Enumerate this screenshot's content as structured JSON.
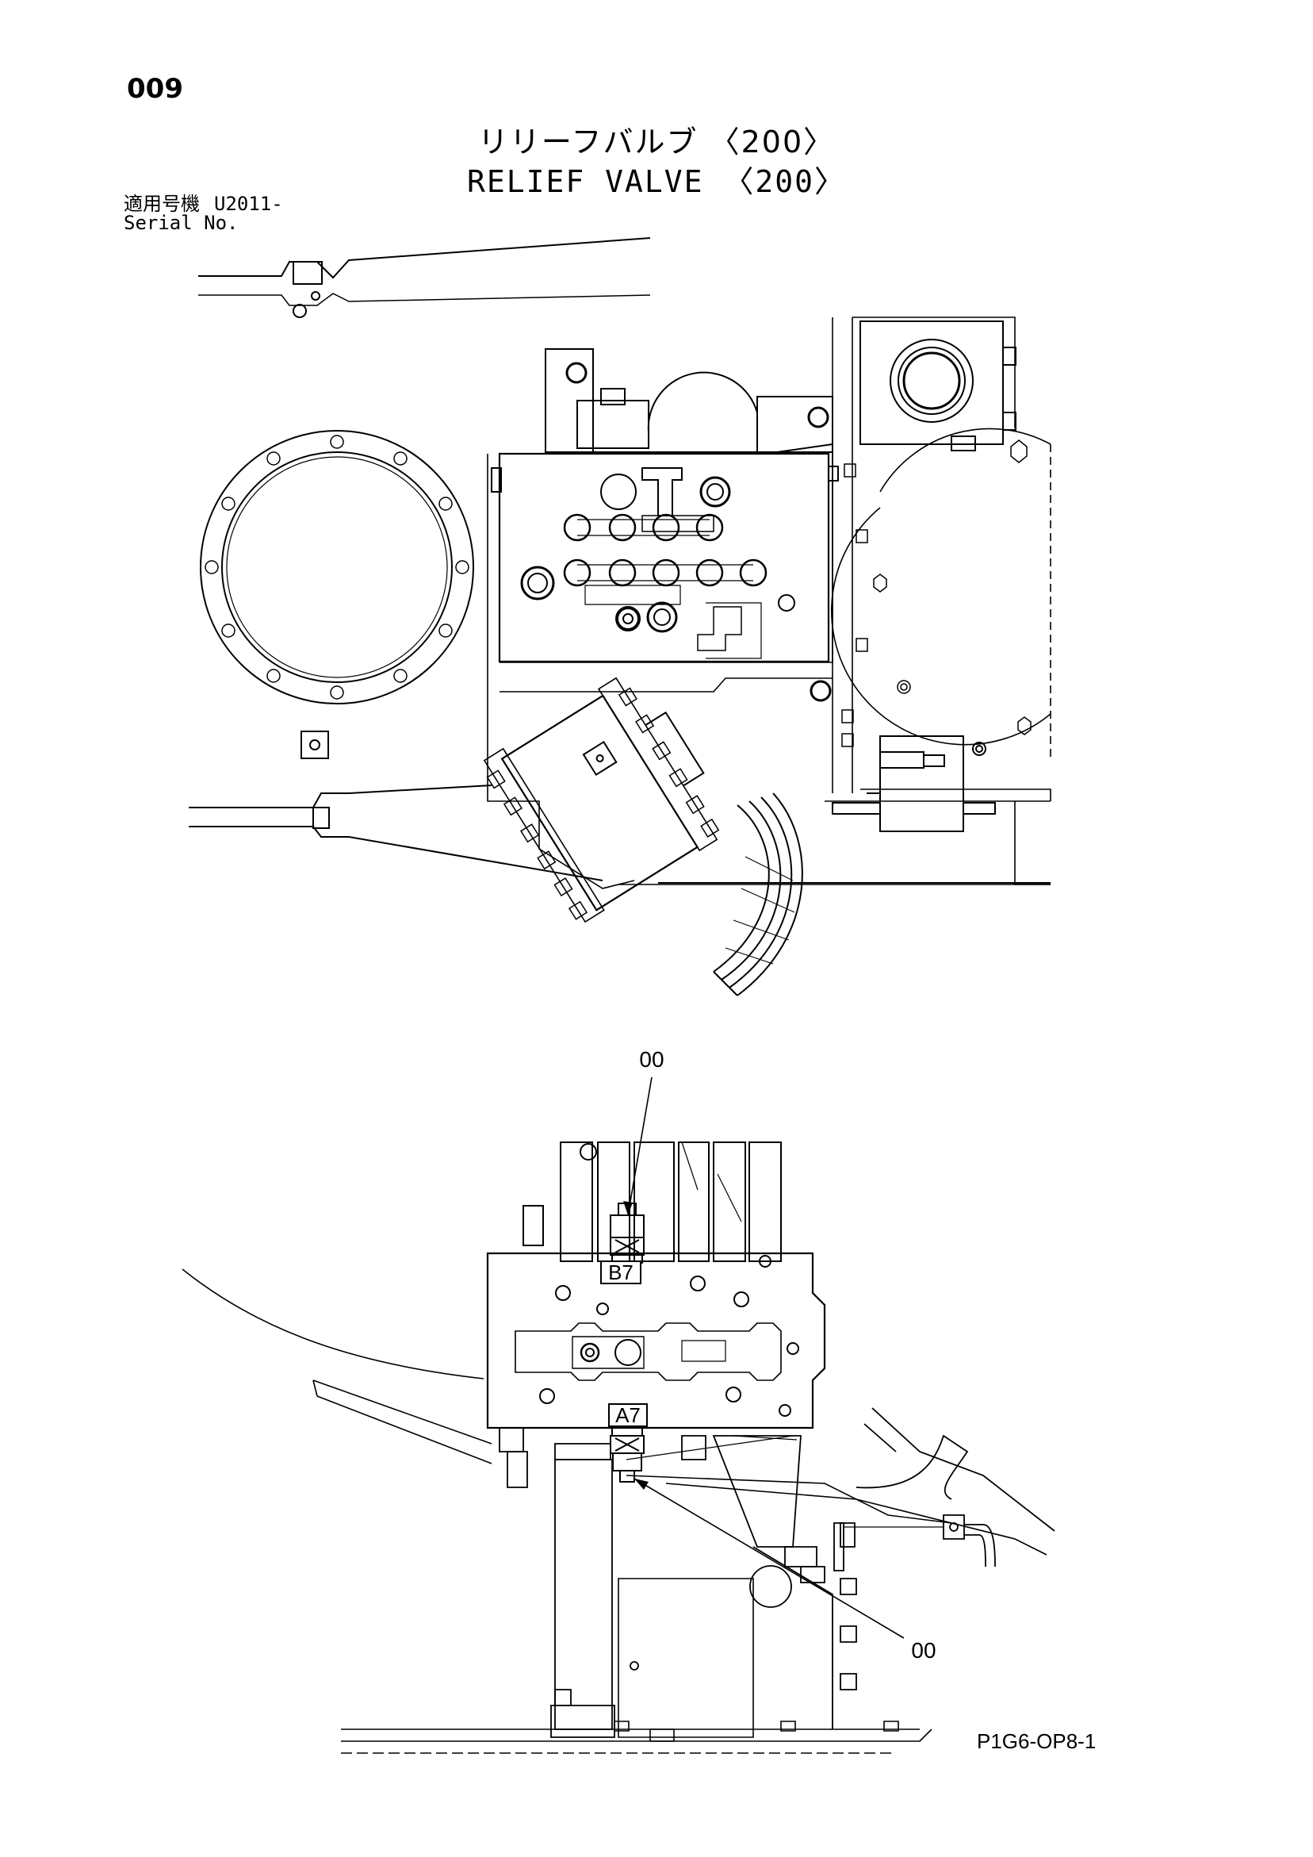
{
  "header": {
    "page_number": "009",
    "title_jp": "リリーフバルブ 〈200〉",
    "title_en": "RELIEF VALVE 〈200〉",
    "serial_label_jp": "適用号機",
    "serial_label_en": "Serial No.",
    "model_code": "U2011-"
  },
  "callouts": {
    "upper": "00",
    "lower": "00"
  },
  "ports": {
    "upper": "B7",
    "lower": "A7"
  },
  "footer": {
    "drawing_code": "P1G6-OP8-1"
  },
  "colors": {
    "line": "#000000",
    "background": "#ffffff"
  }
}
